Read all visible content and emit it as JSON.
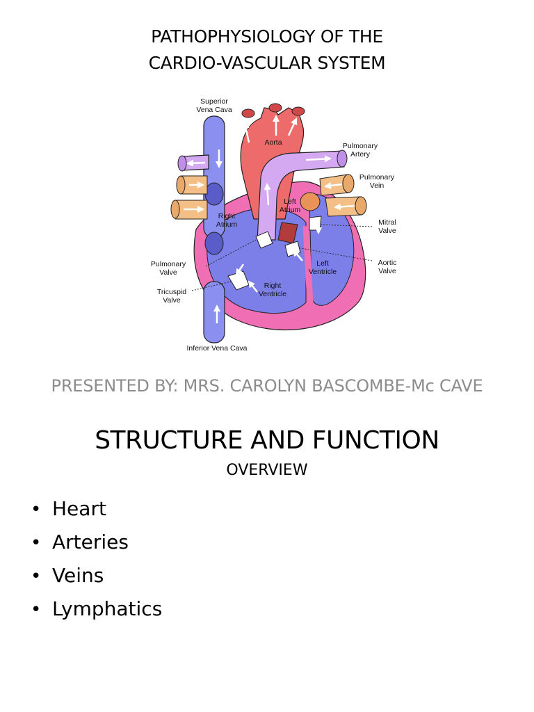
{
  "slide1": {
    "title_line1": "PATHOPHYSIOLOGY OF THE",
    "title_line2": "CARDIO-VASCULAR SYSTEM",
    "diagram_labels": {
      "superior_vena_cava_1": "Superior",
      "superior_vena_cava_2": "Vena Cava",
      "aorta": "Aorta",
      "pulmonary_artery_1": "Pulmonary",
      "pulmonary_artery_2": "Artery",
      "pulmonary_vein_1": "Pulmonary",
      "pulmonary_vein_2": "Vein",
      "left_atrium_1": "Left",
      "left_atrium_2": "Atrium",
      "right_atrium_1": "Right",
      "right_atrium_2": "Atrium",
      "mitral_valve_1": "Mitral",
      "mitral_valve_2": "Valve",
      "pulmonary_valve_1": "Pulmonary",
      "pulmonary_valve_2": "Valve",
      "aortic_valve_1": "Aortic",
      "aortic_valve_2": "Valve",
      "left_ventricle_1": "Left",
      "left_ventricle_2": "Ventricle",
      "right_ventricle_1": "Right",
      "right_ventricle_2": "Ventricle",
      "tricuspid_valve_1": "Tricuspid",
      "tricuspid_valve_2": "Valve",
      "inferior_vena_cava": "Inferior Vena Cava"
    },
    "colors": {
      "deoxygenated": "#8a8ff0",
      "oxygenated": "#ee6b6b",
      "pulmonary_artery": "#d4a9f2",
      "pulmonary_vein": "#f4bf86",
      "heart_wall": "#f06fb4"
    },
    "presenter": "PRESENTED BY: MRS. CAROLYN BASCOMBE-Mc CAVE"
  },
  "slide2": {
    "title": "STRUCTURE AND FUNCTION",
    "subtitle": "OVERVIEW",
    "bullet_symbol": "•",
    "bullets": [
      "Heart",
      "Arteries",
      "Veins",
      "Lymphatics"
    ]
  }
}
